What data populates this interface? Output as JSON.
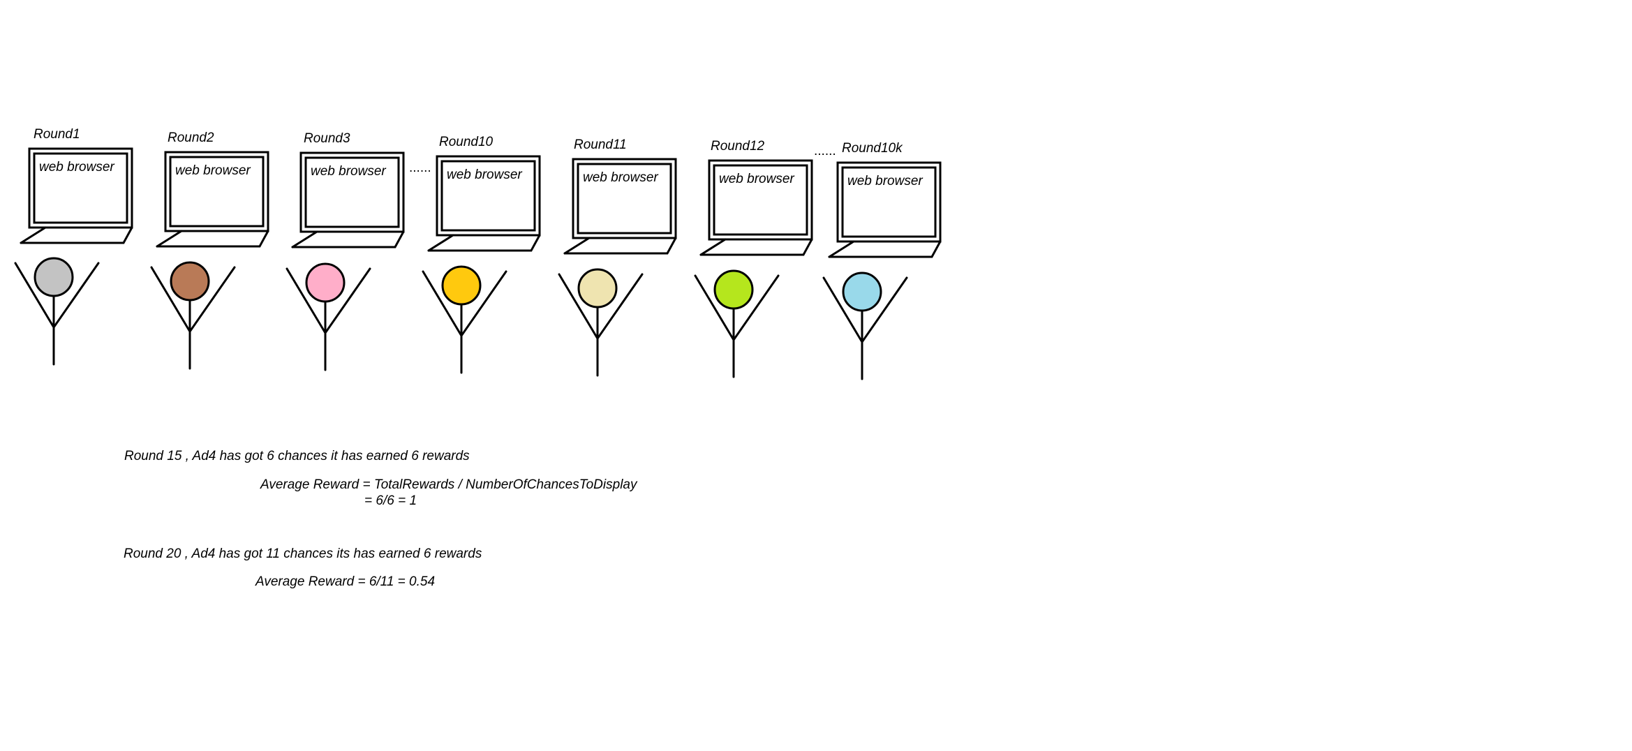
{
  "users": [
    {
      "round": "Round1",
      "browser": "web browser",
      "color": "#c3c3c3"
    },
    {
      "round": "Round2",
      "browser": "web browser",
      "color": "#b97a57"
    },
    {
      "round": "Round3",
      "browser": "web browser",
      "color": "#ffaec9"
    },
    {
      "round": "Round10",
      "browser": "web browser",
      "color": "#ffc90e"
    },
    {
      "round": "Round11",
      "browser": "web browser",
      "color": "#efe4b0"
    },
    {
      "round": "Round12",
      "browser": "web browser",
      "color": "#b5e61d"
    },
    {
      "round": "Round10k",
      "browser": "web browser",
      "color": "#99d9ea"
    }
  ],
  "ellipsis": [
    "......",
    "......"
  ],
  "notes": {
    "round15": "Round 15 , Ad4 has got 6 chances it has earned 6 rewards",
    "formula": "Average Reward = TotalRewards / NumberOfChancesToDisplay",
    "result1": "= 6/6 = 1",
    "round20": "Round 20 , Ad4 has got 11 chances its has earned 6 rewards",
    "result2": "Average Reward = 6/11 = 0.54"
  }
}
